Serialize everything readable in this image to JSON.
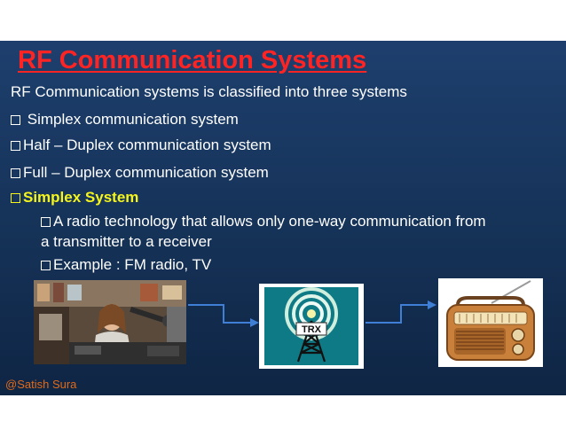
{
  "title": "RF Communication Systems",
  "intro": "RF Communication systems is classified into three systems",
  "bullets": [
    "Simplex communication system",
    "Half – Duplex communication system",
    "Full – Duplex communication system"
  ],
  "section_heading": "Simplex System",
  "sub_bullets": {
    "desc_line1": "A radio technology that allows only one-way communication from",
    "desc_line2": "a transmitter to a receiver",
    "example": "Example : FM radio, TV"
  },
  "trx_label": "TRX",
  "footer": "@Satish Sura",
  "colors": {
    "title": "#ff2424",
    "highlight": "#f5f51c",
    "background": "#1a3a66",
    "arrow": "#3f7fd6",
    "footer": "#e06a1a"
  }
}
